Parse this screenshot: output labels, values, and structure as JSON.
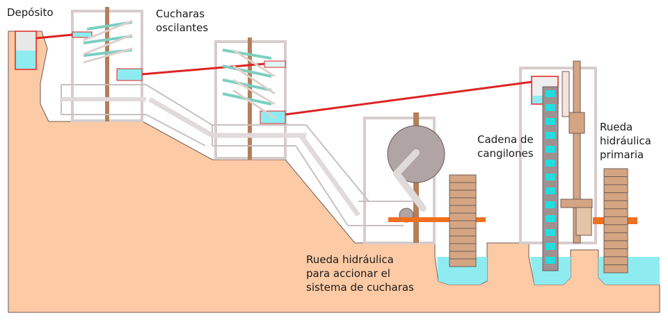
{
  "labels": {
    "deposito": "Depósito",
    "cucharas": "Cucharas\noscilantes",
    "cadena": "Cadena de\ncangilones",
    "rueda_primaria": "Rueda\nhidráulica\nprimaria",
    "rueda_accionar": "Rueda hidráulica\npara accionar el\nsistema de cucharas"
  },
  "colors": {
    "ground": "#fccaa5",
    "water": "#8eecf0",
    "pipe": "#dd2222",
    "wood": "#b57f5a",
    "frame": "#d7cccc",
    "axle": "#f07020"
  }
}
